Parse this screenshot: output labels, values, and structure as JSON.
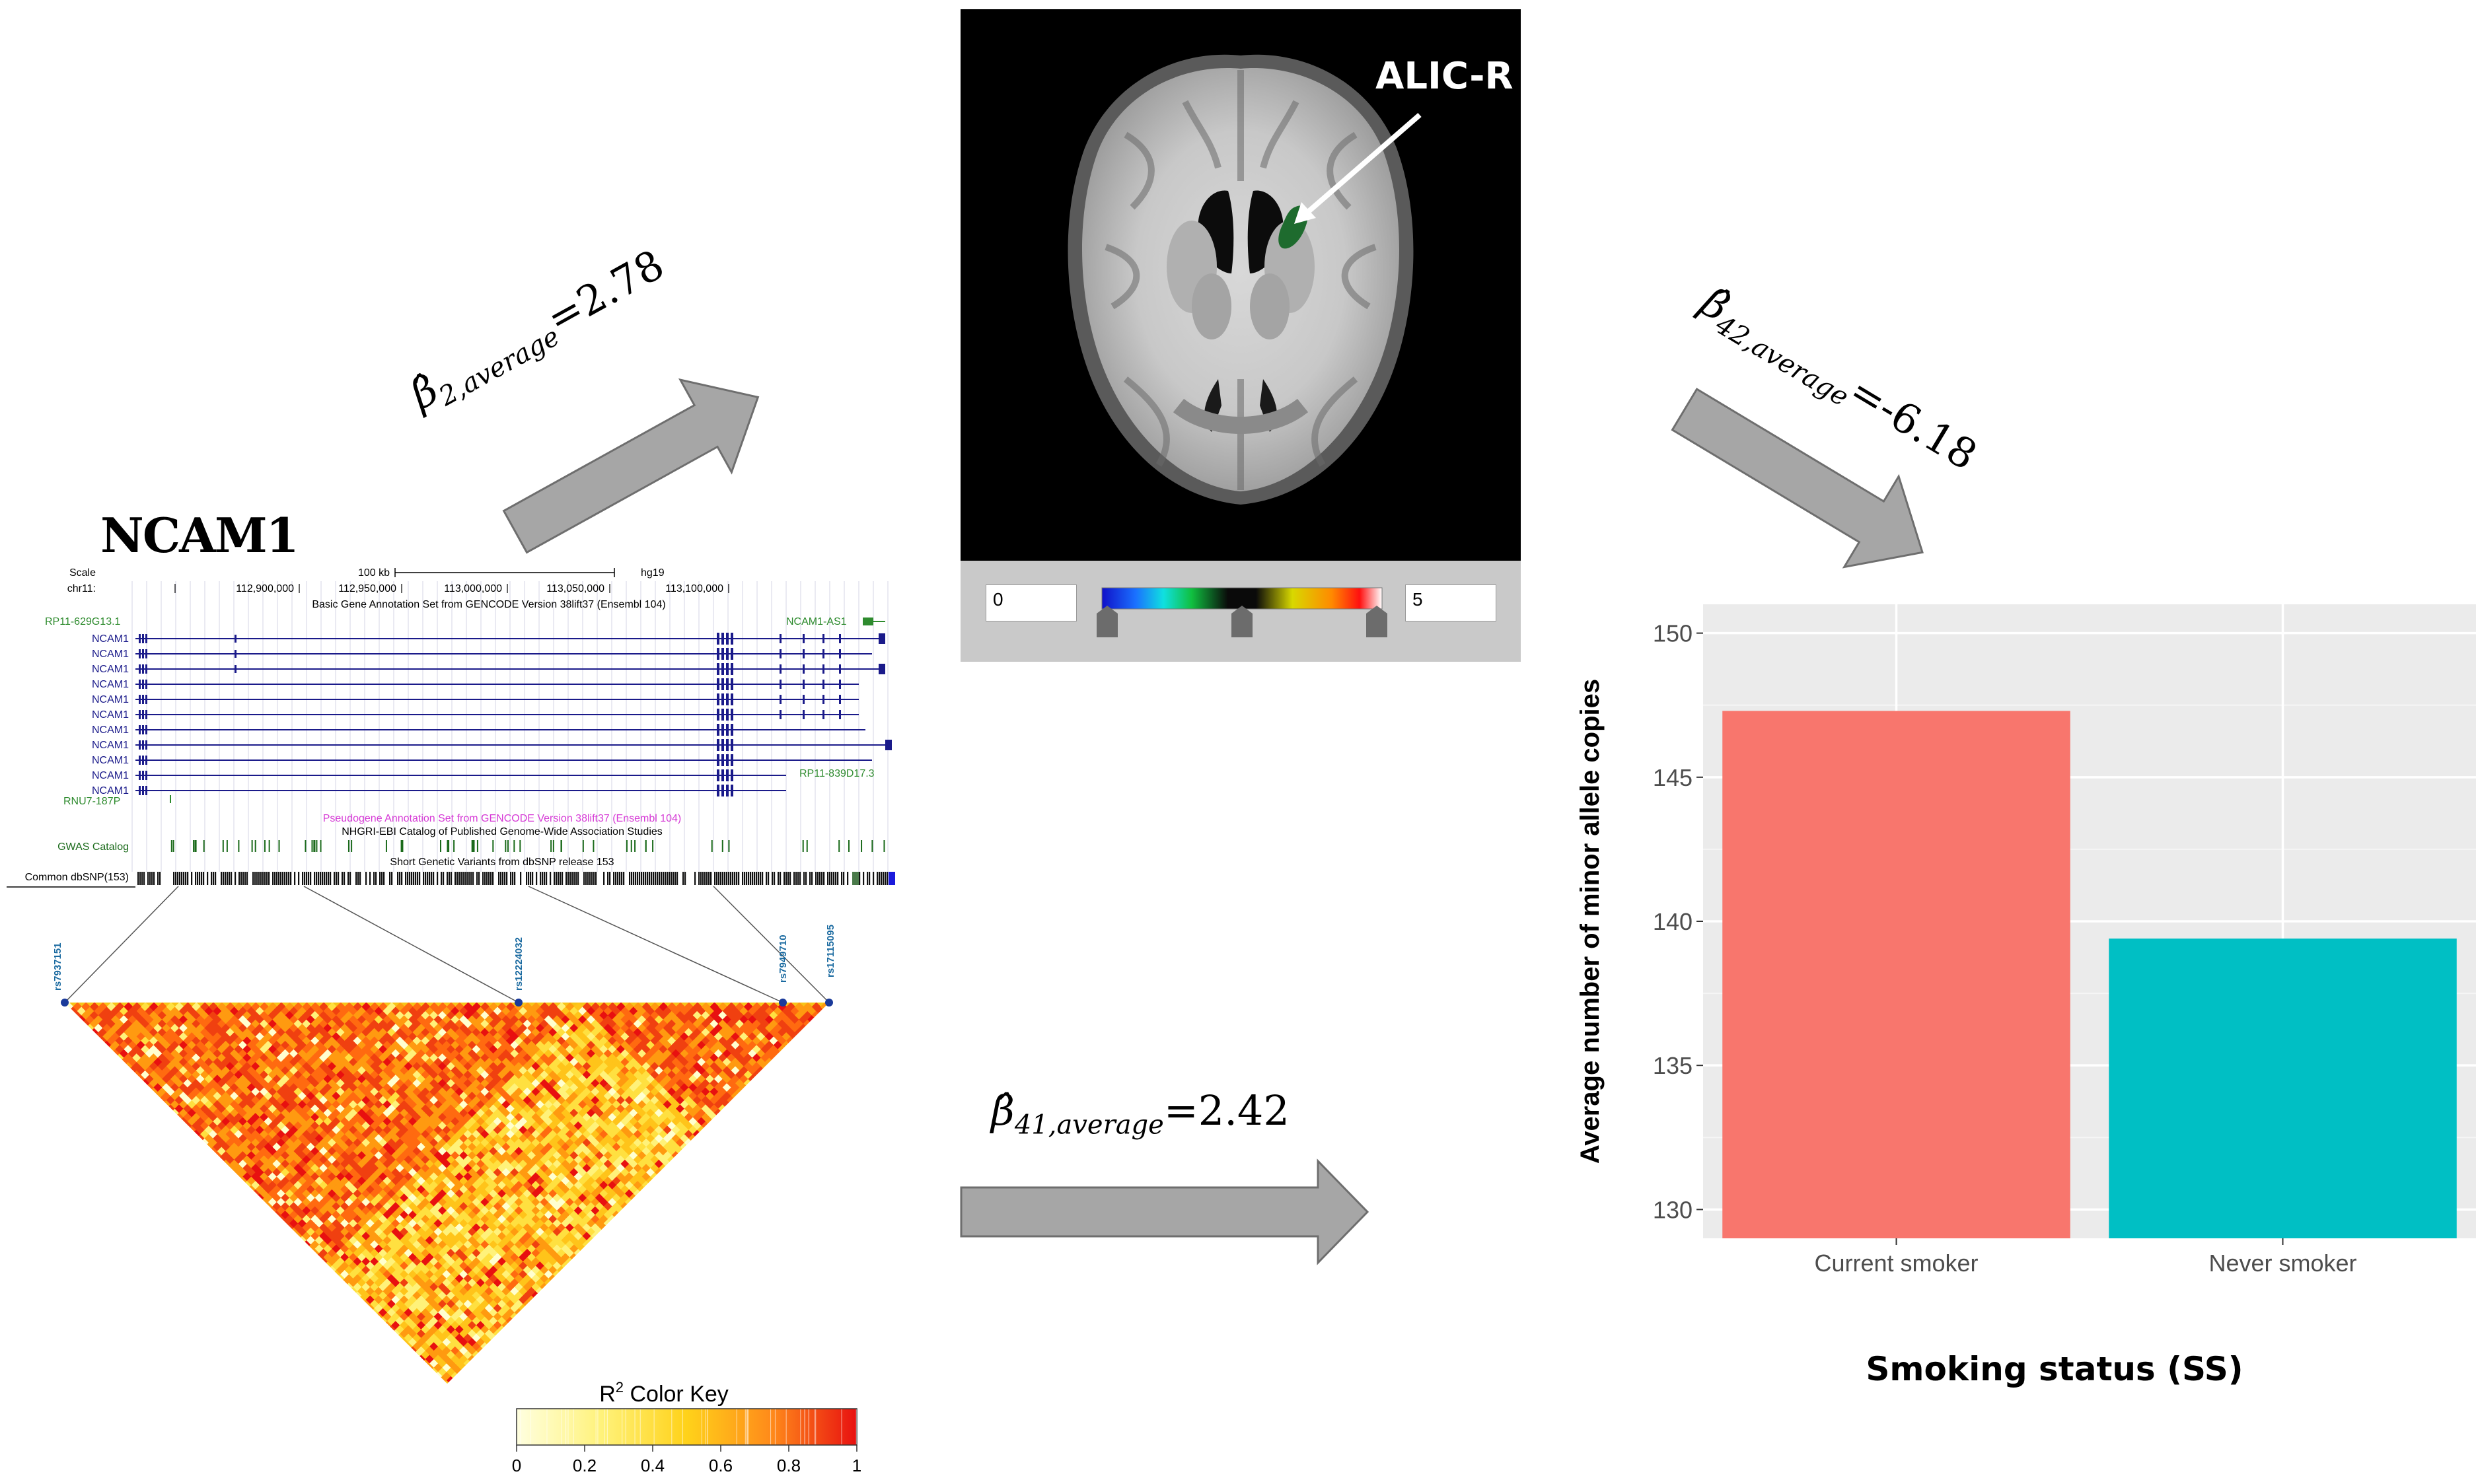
{
  "gene": {
    "title": "NCAM1",
    "browser": {
      "scale_label": "Scale",
      "scale_value": "100 kb",
      "assembly": "hg19",
      "chrom_label": "chr11:",
      "positions": [
        "112,900,000",
        "112,950,000",
        "113,000,000",
        "113,050,000",
        "113,100,000"
      ],
      "track_gencode": "Basic Gene Annotation Set from GENCODE Version 38lift37 (Ensembl 104)",
      "track_pseudogene": "Pseudogene Annotation Set from GENCODE Version 38lift37 (Ensembl 104)",
      "track_gwas_title": "NHGRI-EBI Catalog of Published Genome-Wide Association Studies",
      "track_snp_title": "Short Genetic Variants from dbSNP release 153",
      "gwas_label": "GWAS Catalog",
      "snp_label": "Common dbSNP(153)",
      "left_gene_label": "RP11-629G13.1",
      "right_gene_label": "NCAM1-AS1",
      "rp11_label": "RP11-839D17.3",
      "rnu_label": "RNU7-187P",
      "transcript_label": "NCAM1",
      "transcript_count": 11
    },
    "snps": [
      "rs7937151",
      "rs12224032",
      "rs7949710",
      "rs17115095"
    ],
    "color_key": {
      "title": "R",
      "title_sup": "2",
      "title_rest": " Color Key",
      "ticks": [
        "0",
        "0.2",
        "0.4",
        "0.6",
        "0.8",
        "1"
      ]
    }
  },
  "brain": {
    "region_label": "ALIC-R",
    "min_value": "0",
    "max_value": "5"
  },
  "arrows": {
    "beta2": {
      "sym": "β",
      "sub": "2,average",
      "value": "=2.78"
    },
    "beta41": {
      "sym": "β",
      "sub": "41,average",
      "value": "=2.42"
    },
    "beta42": {
      "sym": "β",
      "sub": "42,average",
      "value": "=-6.18"
    }
  },
  "chart_data": {
    "type": "bar",
    "categories": [
      "Current smoker",
      "Never smoker"
    ],
    "values": [
      147.3,
      139.4
    ],
    "colors": [
      "#f8766d",
      "#00bfc4"
    ],
    "ylabel": "Average number of minor allele copies",
    "xlabel": "Smoking status (SS)",
    "ylim": [
      129,
      151
    ],
    "yticks": [
      130,
      135,
      140,
      145,
      150
    ],
    "grid": true,
    "background": "#ebebeb"
  }
}
